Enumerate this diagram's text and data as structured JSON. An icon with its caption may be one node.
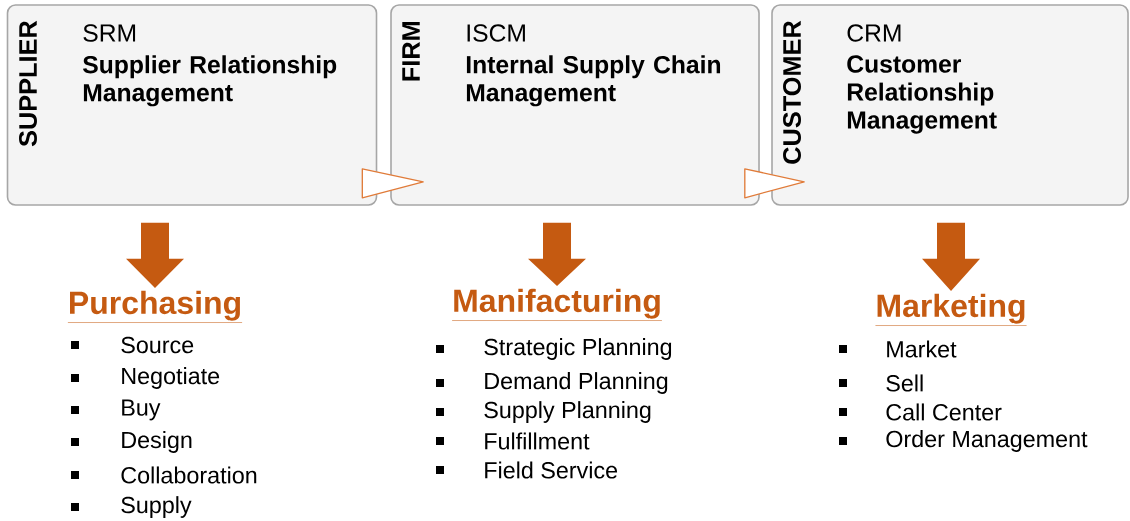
{
  "diagram": {
    "nodes": [
      {
        "text": [
          "SUPPLIER",
          "SRM",
          "Supplier Relationship Management"
        ]
      },
      {
        "text": [
          "FIRM",
          "ISCM",
          "Internal Supply Chain Management"
        ]
      },
      {
        "text": [
          "CUSTOMER",
          "CRM",
          "Customer Relationship Management"
        ]
      },
      {
        "text": [
          "Purchasing",
          "Source",
          "Negotiate",
          "Buy",
          "Design",
          "Collaboration",
          "Supply"
        ]
      },
      {
        "text": [
          "Manifacturing",
          "Strategic Planning",
          "Demand Planning",
          "Supply Planning",
          "Fulfillment",
          "Field Service"
        ]
      },
      {
        "text": [
          "Marketing",
          "Market",
          "Sell",
          "Call Center",
          "Order Management"
        ]
      }
    ],
    "edges": [
      {
        "from": 0,
        "to": 1,
        "arrow": "to"
      },
      {
        "from": 1,
        "to": 2,
        "arrow": "to"
      },
      {
        "from": 0,
        "to": 3,
        "arrow": "to",
        "style": "thick"
      },
      {
        "from": 1,
        "to": 4,
        "arrow": "to",
        "style": "thick"
      },
      {
        "from": 2,
        "to": 5,
        "arrow": "to",
        "style": "thick"
      }
    ]
  }
}
